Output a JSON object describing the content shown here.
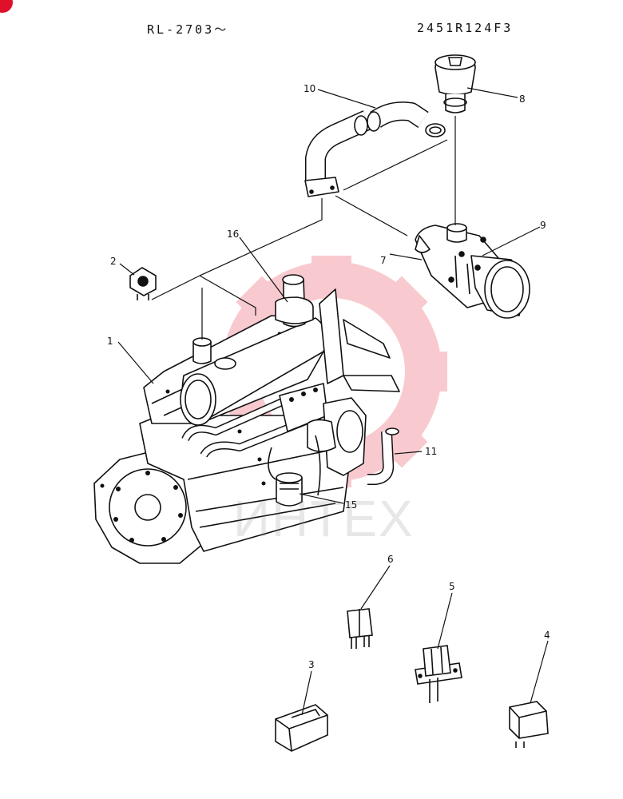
{
  "header": {
    "left_code": "RL-2703〜",
    "right_code": "2451R124F3"
  },
  "watermark": {
    "text": "ИНТЕХ",
    "color": "#f4a0a8"
  },
  "callouts": [
    {
      "id": "1",
      "part": "engine"
    },
    {
      "id": "2",
      "part": "sensor"
    },
    {
      "id": "3",
      "part": "regulator"
    },
    {
      "id": "4",
      "part": "relay-4"
    },
    {
      "id": "5",
      "part": "relay-5"
    },
    {
      "id": "6",
      "part": "connector-6"
    },
    {
      "id": "7",
      "part": "air-cleaner-body"
    },
    {
      "id": "8",
      "part": "precleaner"
    },
    {
      "id": "9",
      "part": "cap"
    },
    {
      "id": "10",
      "part": "intake-hose"
    },
    {
      "id": "11",
      "part": "hose-11"
    },
    {
      "id": "15",
      "part": "fuel-filter"
    },
    {
      "id": "16",
      "part": "intake-pipe"
    }
  ]
}
